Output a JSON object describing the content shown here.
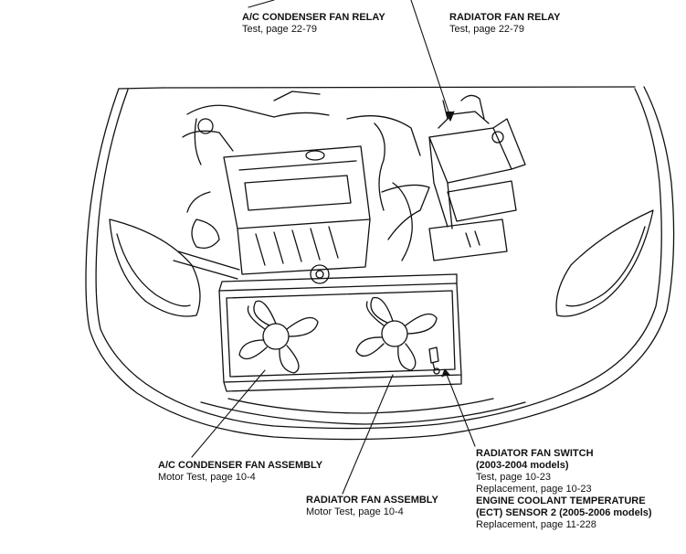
{
  "callouts": {
    "ac_condenser_fan_relay": {
      "title": "A/C CONDENSER FAN RELAY",
      "lines": [
        "Test, page 22-79"
      ]
    },
    "radiator_fan_relay": {
      "title": "RADIATOR FAN RELAY",
      "lines": [
        "Test, page 22-79"
      ]
    },
    "ac_condenser_fan_assembly": {
      "title": "A/C CONDENSER FAN ASSEMBLY",
      "lines": [
        "Motor Test, page 10-4"
      ]
    },
    "radiator_fan_assembly": {
      "title": "RADIATOR FAN ASSEMBLY",
      "lines": [
        "Motor Test, page 10-4"
      ]
    },
    "radiator_fan_switch": {
      "title": "RADIATOR FAN SWITCH",
      "title2": "(2003-2004 models)",
      "lines": [
        "Test, page 10-23",
        "Replacement, page 10-23"
      ],
      "title3": "ENGINE COOLANT TEMPERATURE",
      "title4": "(ECT) SENSOR 2 (2005-2006 models)",
      "line3": "Replacement, page 11-228"
    }
  }
}
